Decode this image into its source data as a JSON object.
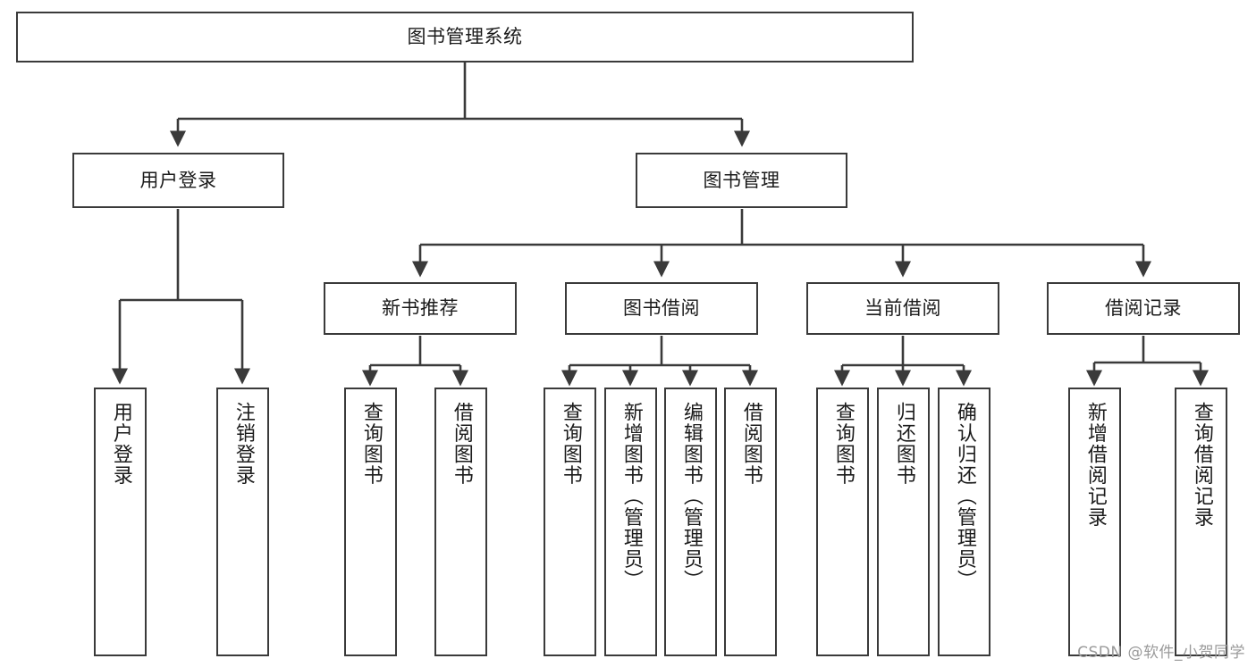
{
  "diagram": {
    "title": "图书管理系统",
    "type": "function-hierarchy-tree",
    "root": {
      "label": "图书管理系统"
    },
    "level2": [
      {
        "label": "用户登录"
      },
      {
        "label": "图书管理"
      }
    ],
    "level3": [
      {
        "label": "新书推荐"
      },
      {
        "label": "图书借阅"
      },
      {
        "label": "当前借阅"
      },
      {
        "label": "借阅记录"
      }
    ],
    "leaves": {
      "user_login": [
        {
          "label": "用户登录"
        },
        {
          "label": "注销登录"
        }
      ],
      "new_book_recommend": [
        {
          "label": "查询图书"
        },
        {
          "label": "借阅图书"
        }
      ],
      "book_borrow": [
        {
          "label": "查询图书"
        },
        {
          "label": "新增图书（管理员）"
        },
        {
          "label": "编辑图书（管理员）"
        },
        {
          "label": "借阅图书"
        }
      ],
      "current_borrow": [
        {
          "label": "查询图书"
        },
        {
          "label": "归还图书"
        },
        {
          "label": "确认归还（管理员）"
        }
      ],
      "borrow_record": [
        {
          "label": "新增借阅记录"
        },
        {
          "label": "查询借阅记录"
        }
      ]
    }
  },
  "watermark": {
    "text": "CSDN @软件_小贺同学"
  },
  "colors": {
    "stroke": "#3a3a3a",
    "fill": "#ffffff",
    "text": "#1b1b1b",
    "watermark": "#9a9a9a"
  }
}
